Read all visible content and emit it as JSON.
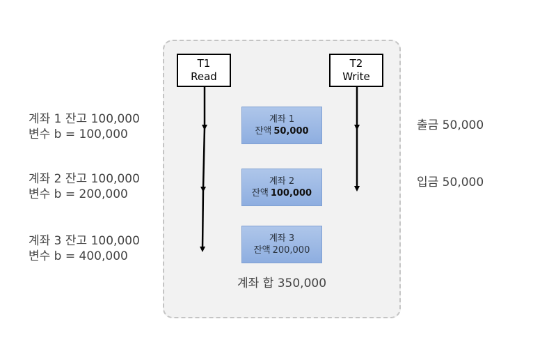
{
  "transactions": {
    "t1": {
      "name": "T1",
      "op": "Read"
    },
    "t2": {
      "name": "T2",
      "op": "Write"
    }
  },
  "accounts": [
    {
      "title": "계좌 1",
      "balance_label": "잔액",
      "balance": "50,000"
    },
    {
      "title": "계좌 2",
      "balance_label": "잔액",
      "balance": "100,000"
    },
    {
      "title": "계좌 3",
      "balance_label": "잔액",
      "balance": "200,000"
    }
  ],
  "left_notes": [
    {
      "line1": "계좌 1 잔고 100,000",
      "line2": "변수 b = 100,000"
    },
    {
      "line1": "계좌 2 잔고 100,000",
      "line2": "변수 b = 200,000"
    },
    {
      "line1": "계좌 3 잔고 100,000",
      "line2": "변수 b = 400,000"
    }
  ],
  "right_notes": [
    {
      "text": "출금 50,000"
    },
    {
      "text": "입금 50,000"
    }
  ],
  "total": "계좌 합 350,000",
  "colors": {
    "panel_bg": "#f2f2f2",
    "panel_border": "#c4c4c4",
    "account_fill": "#9bb7e4",
    "arrow": "#000000"
  }
}
